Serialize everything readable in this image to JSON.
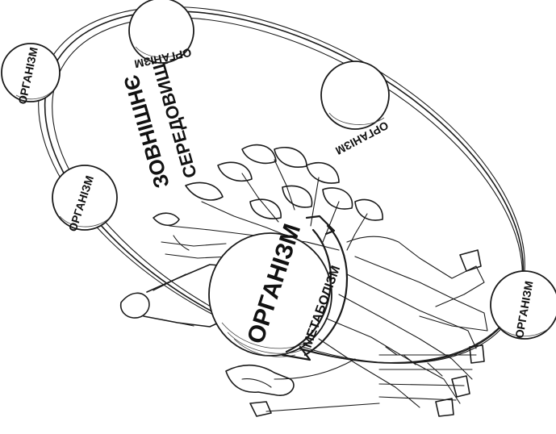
{
  "diagram": {
    "environment_label_line1": "ЗОВНІШНЄ",
    "environment_label_line2": "СЕРЕДОВИЩЕ",
    "central_organism_label": "ОРГАНІЗМ",
    "metabolism_label": "МЕТАБОЛІЗМ",
    "orbit_organisms": [
      {
        "label": "ОРГАНІЗМ"
      },
      {
        "label": "ОРГАНІЗМ"
      },
      {
        "label": "ОРГАНІЗМ"
      },
      {
        "label": "ОРГАНІЗМ"
      },
      {
        "label": "ОРГАНІЗМ"
      }
    ]
  }
}
